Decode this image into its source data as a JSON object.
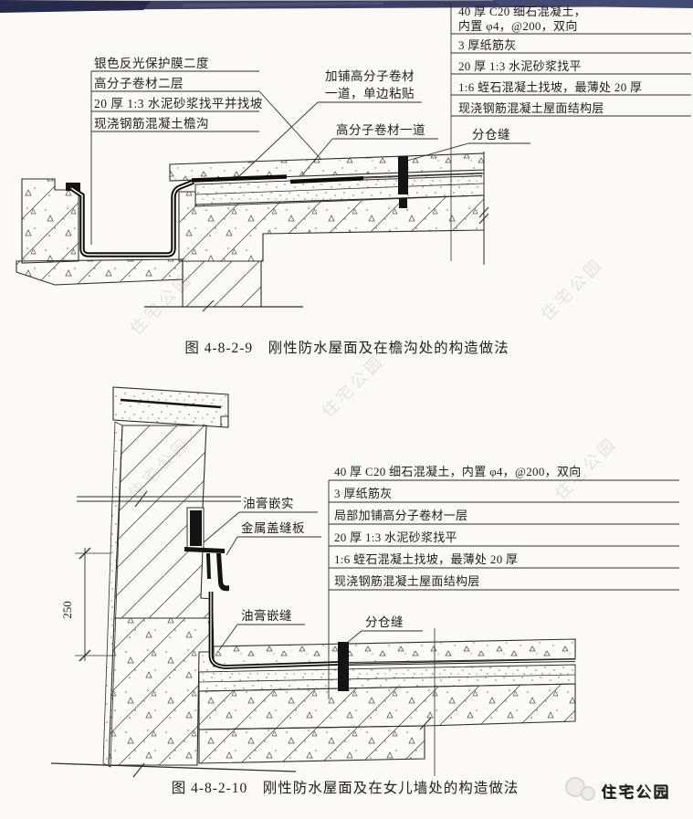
{
  "watermark": {
    "text": "住宅公园",
    "logo_text": "住宅公园"
  },
  "figure1": {
    "caption": "图 4-8-2-9　刚性防水屋面及在檐沟处的构造做法",
    "gutter_layers": [
      "银色反光保护膜二度",
      "高分子卷材二层",
      "20 厚 1:3 水泥砂浆找平并找坡",
      "现浇钢筋混凝土檐沟"
    ],
    "callouts": {
      "overlay_line1": "加铺高分子卷材",
      "overlay_line2": "一道，单边粘贴",
      "membrane": "高分子卷材一道",
      "joint": "分仓缝"
    },
    "roof_layers": [
      "40 厚 C20 细石混凝土，",
      "内置 φ4，@200，双向",
      "3 厚纸筋灰",
      "20 厚 1:3 水泥砂浆找平",
      "1:6 蛭石混凝土找坡，最薄处 20 厚",
      "现浇钢筋混凝土屋面结构层"
    ]
  },
  "figure2": {
    "caption": "图 4-8-2-10　刚性防水屋面及在女儿墙处的构造做法",
    "callouts": {
      "sealant_packed": "油膏嵌实",
      "metal_cover": "金属盖缝板",
      "sealant_caulk": "油膏嵌缝",
      "joint": "分仓缝"
    },
    "dim": "250",
    "roof_layers": [
      "40 厚 C20 细石混凝土，内置 φ4，@200，双向",
      "3 厚纸筋灰",
      "局部加铺高分子卷材一层",
      "20 厚 1:3 水泥砂浆找平",
      "1:6 蛭石混凝土找坡，最薄处 20 厚",
      "现浇钢筋混凝土屋面结构层"
    ]
  }
}
